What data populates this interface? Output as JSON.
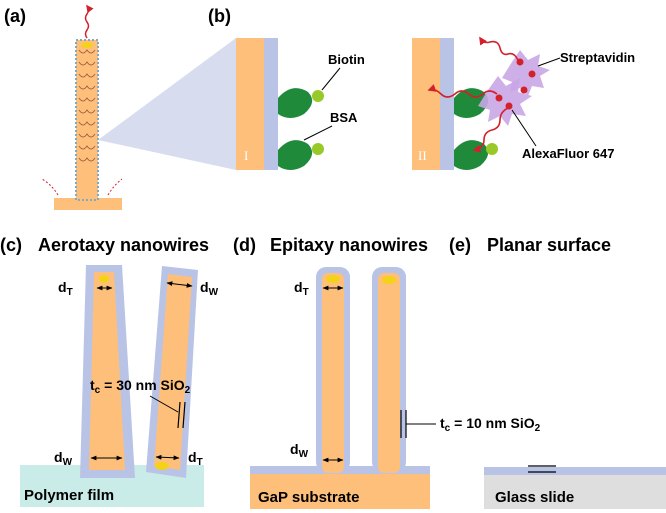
{
  "panels": {
    "a": {
      "label": "(a)"
    },
    "b": {
      "label": "(b)",
      "biotin": "Biotin",
      "bsa": "BSA",
      "streptavidin": "Streptavidin",
      "dye": "AlexaFluor 647",
      "roman_left": "I",
      "roman_right": "II"
    },
    "c": {
      "label": "(c)",
      "title": "Aerotaxy nanowires",
      "d_T": "d",
      "d_T_sub": "T",
      "d_W": "d",
      "d_W_sub": "W",
      "tc_prefix": "t",
      "tc_sub": "c",
      "tc_value": " = 30 nm SiO",
      "tc_sub2": "2",
      "substrate": "Polymer film"
    },
    "d": {
      "label": "(d)",
      "title": "Epitaxy nanowires",
      "d_T": "d",
      "d_T_sub": "T",
      "d_W": "d",
      "d_W_sub": "W",
      "tc_prefix": "t",
      "tc_sub": "c",
      "tc_value": " = 10 nm SiO",
      "tc_sub2": "2",
      "substrate": "GaP substrate"
    },
    "e": {
      "label": "(e)",
      "title": "Planar surface",
      "substrate": "Glass slide"
    }
  },
  "colors": {
    "nanowire": "#fdbf7a",
    "coating": "#b9c3e6",
    "polymer": "#c9ece8",
    "glass": "#dedede",
    "bsa": "#1f8a3a",
    "biotin": "#98c928",
    "streptavidin": "#c9a6e6",
    "laser": "#d4202b",
    "tip": "#f5d21a"
  }
}
